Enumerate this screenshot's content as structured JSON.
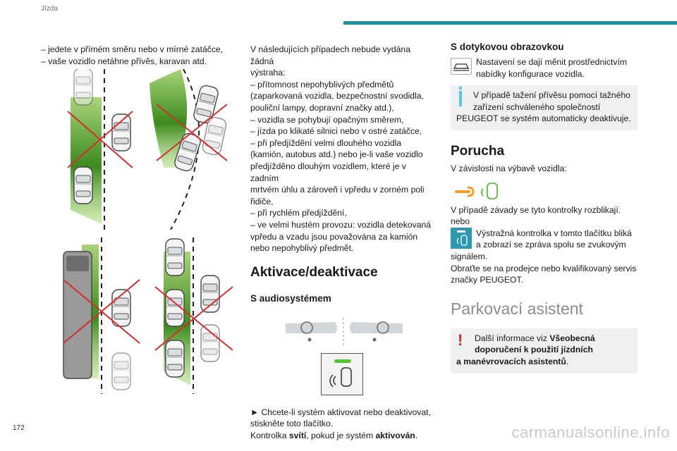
{
  "header": {
    "section_label": "Jízda",
    "accent_color": "#1f8f9c"
  },
  "footer": {
    "page_number": "172",
    "watermark": "carmanualsonline.info"
  },
  "col1": {
    "bullets": [
      "–  jedete v přímém směru nebo v mírné zatáčce,",
      "–  vaše vozidlo netáhne přívěs, karavan atd."
    ]
  },
  "col2": {
    "intro_lines": [
      "V následujících případech nebude vydána žádná",
      "výstraha:",
      "–  přítomnost nepohyblivých předmětů",
      "(zaparkovaná vozidla, bezpečnostní svodidla,",
      "pouliční lampy, dopravní značky atd.),",
      "–  vozidla se pohybují opačným směrem,",
      "–  jízda po klikaté silnici nebo v ostré zatáčce,",
      "–  při předjíždění velmi dlouhého vozidla",
      "(kamión, autobus atd.) nebo je-li vaše vozidlo",
      "předjížděno dlouhým vozidlem, které je v zadním",
      "mrtvém úhlu a zároveň i vpředu v zorném poli",
      "řidiče,",
      "–  při rychlém předjíždění,",
      "–  ve velmi hustém provozu: vozidla detekovaná",
      "vpředu a vzadu jsou považována za kamión",
      "nebo nepohyblivý předmět."
    ],
    "activation_heading": "Aktivace/deaktivace",
    "audio_heading": "S audiosystémem",
    "press_line1": "►  Chcete-li systém aktivovat nebo deaktivovat,",
    "press_line2": "stiskněte toto tlačítko.",
    "indicator_prefix": "Kontrolka ",
    "indicator_bold1": "svítí",
    "indicator_mid": ", pokud je systém ",
    "indicator_bold2": "aktivován",
    "indicator_end": "."
  },
  "col3": {
    "touch_heading": "S dotykovou obrazovkou",
    "touch_text1": "Nastavení se dají měnit prostřednictvím",
    "touch_text2": "nabídky konfigurace vozidla.",
    "info_line1": "V případě tažení přívěsu pomocí tažného",
    "info_line2": "zařízení schváleného společností",
    "info_line3": "PEUGEOT se systém automaticky deaktivuje.",
    "fault_heading": "Porucha",
    "fault_intro": "V závislosti na výbavě vozidla:",
    "fault_text1": "V případě závady se tyto kontrolky rozblikají.",
    "fault_or": "nebo",
    "fault_btn_text1": "Výstražná kontrolka v tomto tlačítku bliká",
    "fault_btn_text2": "a zobrazí se zpráva spolu se zvukovým",
    "fault_text2": "signálem.",
    "fault_text3": "Obraťte se na prodejce nebo kvalifikovaný servis",
    "fault_text4": "značky PEUGEOT.",
    "parking_heading": "Parkovací asistent",
    "warn_prefix": "Další informace viz ",
    "warn_bold1": "Všeobecná",
    "warn_bold2": "doporučení k použití jízdních",
    "warn_bold3": "a manévrovacích asistentů",
    "warn_end": "."
  },
  "icons": {
    "car_settings": "car-settings-icon",
    "info": "info-icon",
    "warning": "warning-icon",
    "wrench": "wrench-icon",
    "blind_spot": "blind-spot-icon"
  },
  "colors": {
    "green_zone": "#3c8a1e",
    "cross_red": "#d42d2d",
    "info_blue": "#5cc6e6",
    "warn_red": "#d0281f"
  }
}
